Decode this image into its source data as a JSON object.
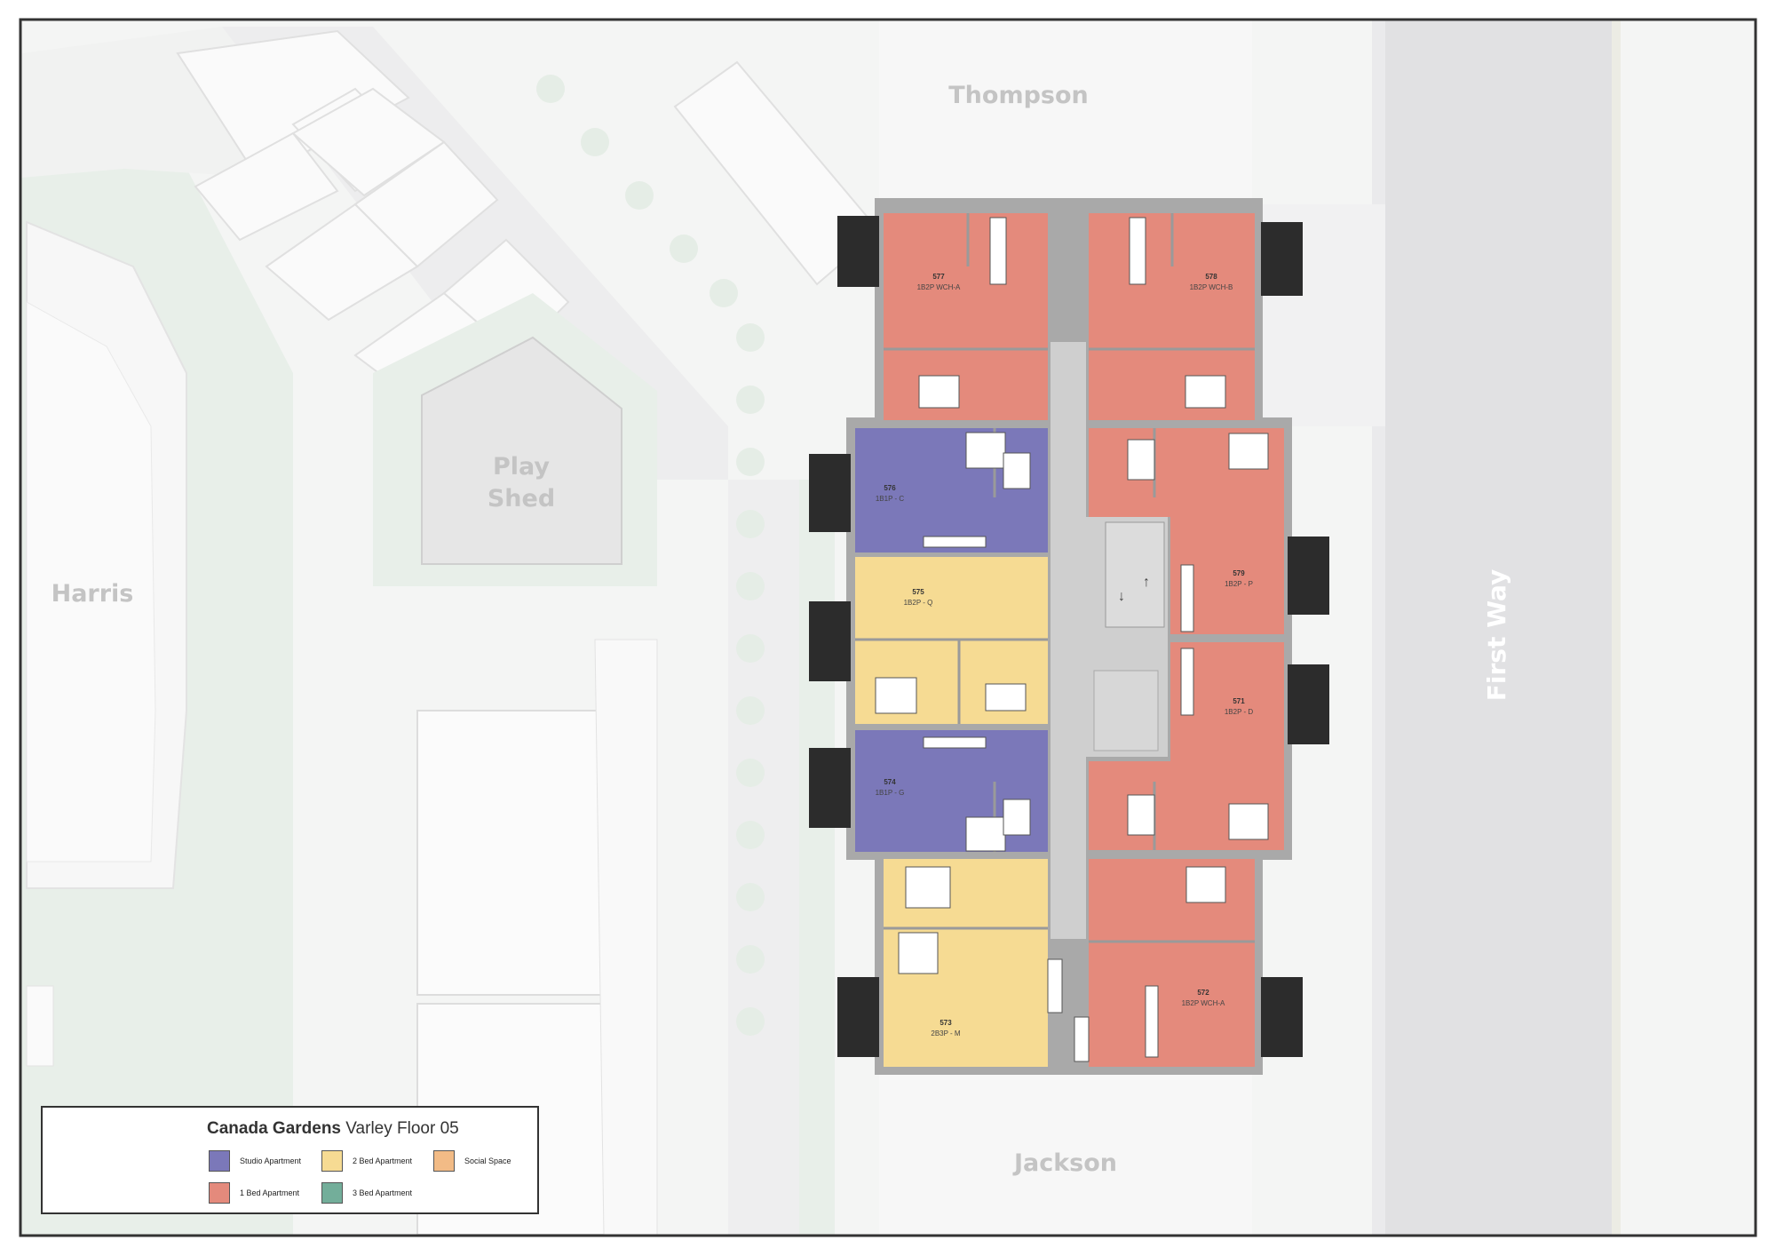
{
  "streets": {
    "top": "Thompson",
    "bottom": "Jackson",
    "right": "First Way",
    "left_building": "Harris",
    "play_shed_line1": "Play",
    "play_shed_line2": "Shed"
  },
  "units": [
    {
      "id": "577",
      "type": "1B2P WCH-A",
      "category": "1 Bed Apartment"
    },
    {
      "id": "578",
      "type": "1B2P WCH-B",
      "category": "1 Bed Apartment"
    },
    {
      "id": "576",
      "type": "1B1P - C",
      "category": "Studio Apartment"
    },
    {
      "id": "575",
      "type": "1B2P - Q",
      "category": "2 Bed Apartment"
    },
    {
      "id": "574",
      "type": "1B1P - G",
      "category": "Studio Apartment"
    },
    {
      "id": "573",
      "type": "2B3P - M",
      "category": "2 Bed Apartment"
    },
    {
      "id": "579",
      "type": "1B2P - P",
      "category": "1 Bed Apartment"
    },
    {
      "id": "571",
      "type": "1B2P - D",
      "category": "1 Bed Apartment"
    },
    {
      "id": "572",
      "type": "1B2P WCH-A",
      "category": "1 Bed Apartment"
    }
  ],
  "legend": {
    "title_bold": "Canada Gardens",
    "title_rest": "Varley Floor 05",
    "items": [
      {
        "label": "Studio Apartment",
        "color": "#7b78b9"
      },
      {
        "label": "2 Bed Apartment",
        "color": "#f6db93"
      },
      {
        "label": "Social Space",
        "color": "#f2bb86"
      },
      {
        "label": "1 Bed Apartment",
        "color": "#e48a7c"
      },
      {
        "label": "3 Bed Apartment",
        "color": "#73ae9a"
      }
    ]
  },
  "colors": {
    "one_bed": "#e48a7c",
    "studio": "#7b78b9",
    "two_bed": "#f6db93",
    "wall": "#a9a9a9",
    "core": "#cfcfcf",
    "balcony": "#2c2c2c",
    "road": "#e1e1e3",
    "green": "#e8efe9"
  }
}
